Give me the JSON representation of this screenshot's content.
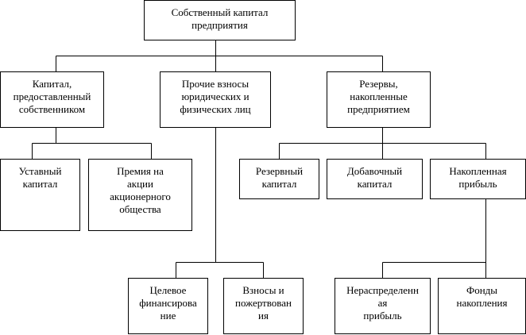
{
  "nodes": {
    "root": [
      "Собственный капитал",
      "предприятия"
    ],
    "owner_capital": [
      "Капитал,",
      "предоставленный",
      "собственником"
    ],
    "other_contributions": [
      "Прочие взносы",
      "юридических и",
      "физических лиц"
    ],
    "reserves": [
      "Резервы,",
      "накопленные",
      "предприятием"
    ],
    "charter_capital": [
      "Уставный",
      "капитал"
    ],
    "share_premium": [
      "Премия на",
      "акции",
      "акционерного",
      "общества"
    ],
    "reserve_capital": [
      "Резервный",
      "капитал"
    ],
    "additional_capital": [
      "Добавочный",
      "капитал"
    ],
    "accumulated_profit": [
      "Накопленная",
      "прибыль"
    ],
    "target_financing": [
      "Целевое",
      "финансирова",
      "ние"
    ],
    "donations": [
      "Взносы и",
      "пожертвован",
      "ия"
    ],
    "retained_earnings": [
      "Нераспределенн",
      "ая",
      "прибыль"
    ],
    "accumulation_funds": [
      "Фонды",
      "накопления"
    ]
  }
}
